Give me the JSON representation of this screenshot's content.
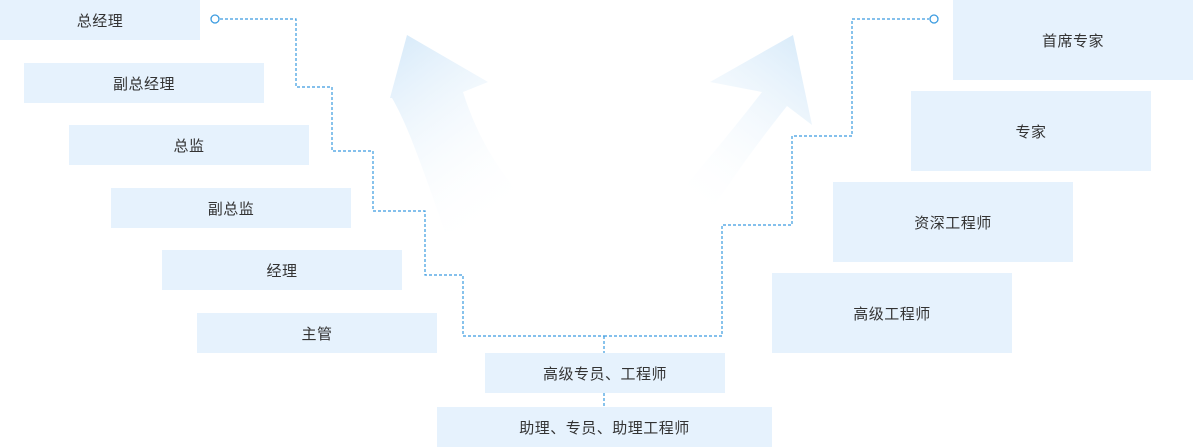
{
  "management_track": [
    "总经理",
    "副总经理",
    "总监",
    "副总监",
    "经理",
    "主管"
  ],
  "technical_track": [
    "首席专家",
    "专家",
    "资深工程师",
    "高级工程师"
  ],
  "shared_base": [
    "高级专员、工程师",
    "助理、专员、助理工程师"
  ],
  "colors": {
    "box_fill": "#e6f2fd",
    "line": "#3a9be0",
    "text": "#333333",
    "arrow": "#dceefb"
  }
}
